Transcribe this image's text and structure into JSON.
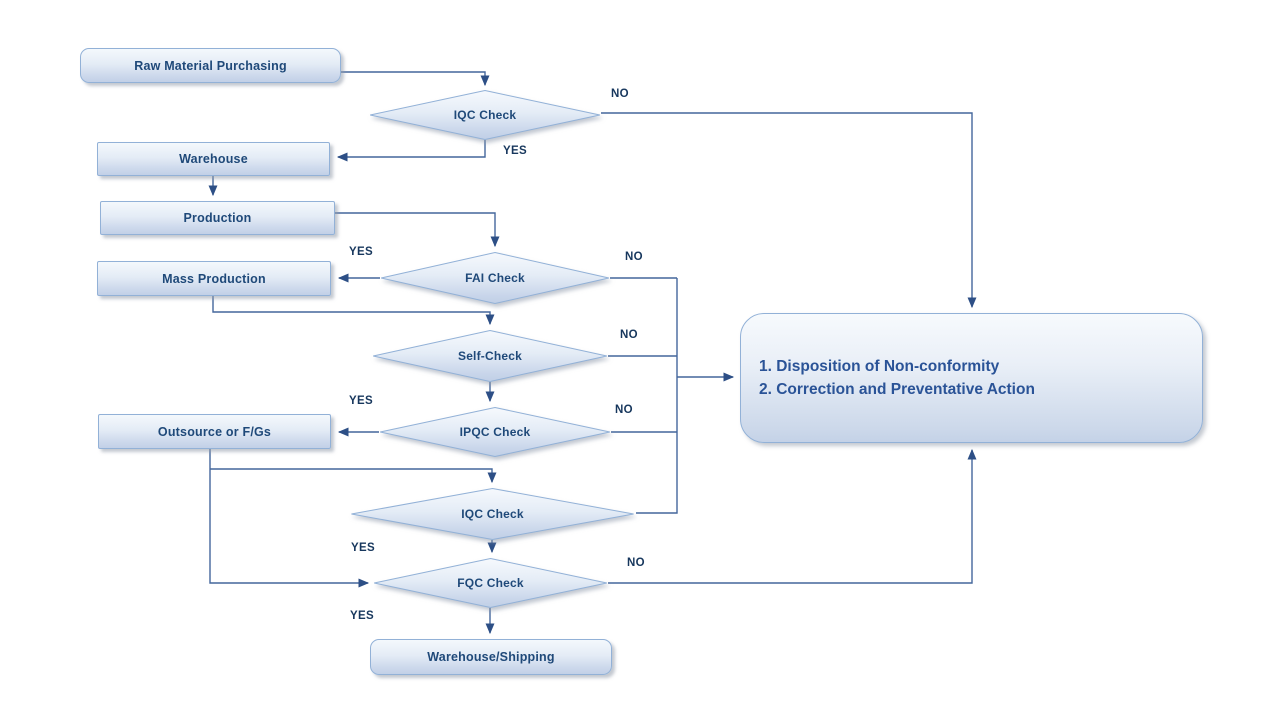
{
  "diagram_type": "flowchart",
  "nodes": {
    "raw_material": {
      "label": "Raw Material Purchasing",
      "shape": "rounded-rectangle"
    },
    "iqc1": {
      "label": "IQC Check",
      "shape": "decision-diamond"
    },
    "warehouse": {
      "label": "Warehouse",
      "shape": "rectangle"
    },
    "production": {
      "label": "Production",
      "shape": "rectangle"
    },
    "mass_production": {
      "label": "Mass  Production",
      "shape": "rectangle"
    },
    "fai": {
      "label": "FAI Check",
      "shape": "decision-diamond"
    },
    "self_check": {
      "label": "Self-Check",
      "shape": "decision-diamond"
    },
    "ipqc": {
      "label": "IPQC Check",
      "shape": "decision-diamond"
    },
    "outsource": {
      "label": "Outsource or F/Gs",
      "shape": "rectangle"
    },
    "iqc2": {
      "label": "IQC Check",
      "shape": "decision-diamond"
    },
    "fqc": {
      "label": "FQC Check",
      "shape": "decision-diamond"
    },
    "warehouse_shipping": {
      "label": "Warehouse/Shipping",
      "shape": "rounded-rectangle"
    },
    "action_box": {
      "line1": "1. Disposition of Non-conformity",
      "line2": "2. Correction and Preventative Action",
      "shape": "rounded-rectangle"
    }
  },
  "edge_labels": {
    "iqc1_no": "NO",
    "iqc1_yes": "YES",
    "fai_yes": "YES",
    "fai_no": "NO",
    "self_no": "NO",
    "ipqc_yes": "YES",
    "ipqc_no": "NO",
    "iqc2_yes": "YES",
    "fqc_no": "NO",
    "fqc_yes": "YES"
  },
  "colors": {
    "shape_border": "#92b1d7",
    "shape_fill_top": "#f4f8fc",
    "shape_fill_bottom": "#c2d0e7",
    "connector": "#44679c",
    "arrowhead": "#2d4f86",
    "node_text": "#1f4979",
    "edge_label_text": "#17375d",
    "background": "#ffffff"
  }
}
